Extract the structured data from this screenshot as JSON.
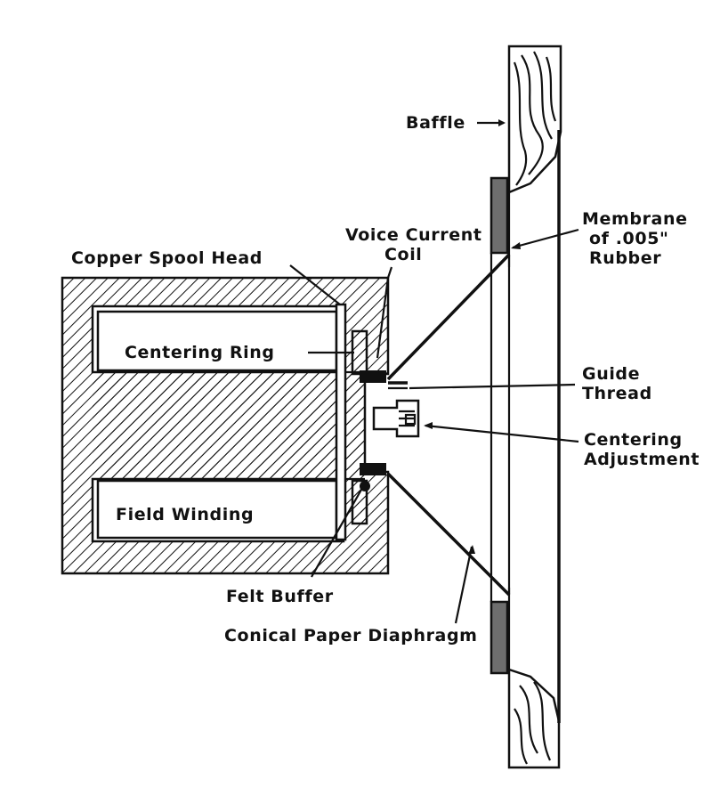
{
  "diagram": {
    "labels": {
      "baffle": "Baffle",
      "membrane_1": "Membrane",
      "membrane_2": "of .005\"",
      "membrane_3": "Rubber",
      "voice_coil_1": "Voice Current",
      "voice_coil_2": "Coil",
      "copper_spool_head": "Copper Spool Head",
      "centering_ring": "Centering Ring",
      "guide_thread_1": "Guide",
      "guide_thread_2": "Thread",
      "centering_adjustment_1": "Centering",
      "centering_adjustment_2": "Adjustment",
      "field_winding": "Field Winding",
      "felt_buffer": "Felt Buffer",
      "conical_paper_diaphragm": "Conical Paper Diaphragm"
    },
    "colors": {
      "ink": "#111111",
      "paper": "#ffffff",
      "rubber": "#6e6e6e"
    }
  }
}
